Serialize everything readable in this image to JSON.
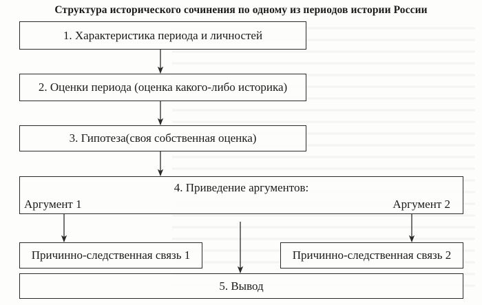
{
  "title": "Структура исторического сочинения по одному из периодов истории России",
  "steps": [
    {
      "label": "1. Характеристика периода и личностей"
    },
    {
      "label": "2. Оценки периода (оценка какого-либо историка)"
    },
    {
      "label": "3. Гипотеза(своя собственная оценка)"
    },
    {
      "label": "4. Приведение аргументов:"
    },
    {
      "label": "5. Вывод"
    }
  ],
  "arguments": {
    "left": "Аргумент 1",
    "right": "Аргумент  2"
  },
  "causal_links": {
    "left": "Причинно-следственная связь 1",
    "right": "Причинно-следственная связь 2"
  },
  "colors": {
    "line": "#2a2a2a",
    "text": "#1a1a1a",
    "background": "#fdfdfb"
  }
}
